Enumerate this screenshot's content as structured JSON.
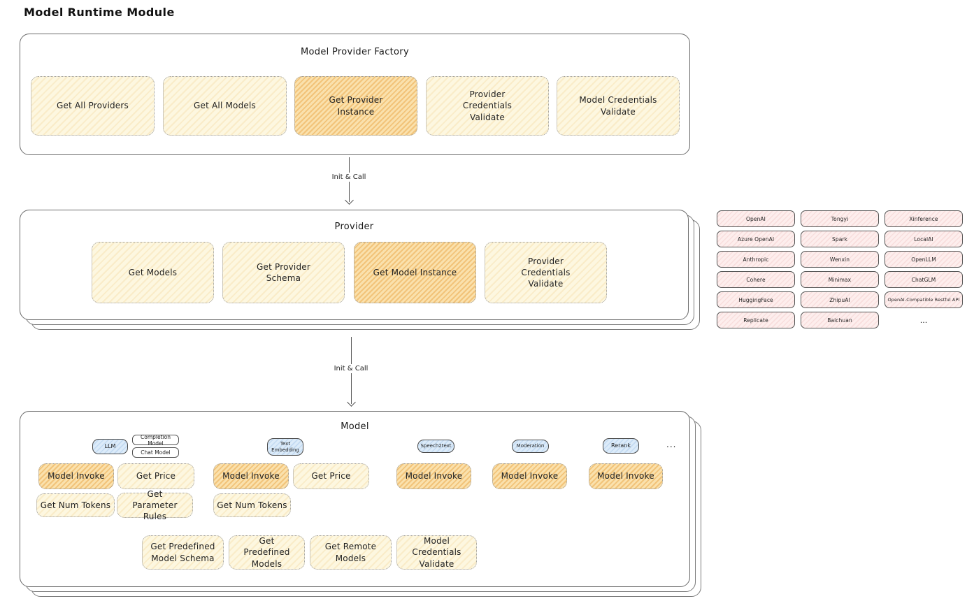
{
  "page_title": "Model Runtime Module",
  "connections": {
    "label1": "Init & Call",
    "label2": "Init & Call"
  },
  "colors": {
    "highlight_fill": "#f6c36f",
    "light_fill": "#fdf7e0",
    "blue_fill": "#dcebf9",
    "pink_fill": "#fdeeed",
    "outline": "#6b6b6b"
  },
  "factory": {
    "title": "Model Provider Factory",
    "boxes": [
      {
        "label": "Get All Providers",
        "highlighted": false
      },
      {
        "label": "Get All Models",
        "highlighted": false
      },
      {
        "label": "Get Provider Instance",
        "highlighted": true
      },
      {
        "label": "Provider Credentials Validate",
        "highlighted": false
      },
      {
        "label": "Model Credentials Validate",
        "highlighted": false
      }
    ]
  },
  "provider": {
    "title": "Provider",
    "boxes": [
      {
        "label": "Get Models",
        "highlighted": false
      },
      {
        "label": "Get Provider Schema",
        "highlighted": false
      },
      {
        "label": "Get Model Instance",
        "highlighted": true
      },
      {
        "label": "Provider Credentials Validate",
        "highlighted": false
      }
    ]
  },
  "providers_list": {
    "items": [
      "OpenAI",
      "Tongyi",
      "Xinference",
      "Azure OpenAI",
      "Spark",
      "LocalAI",
      "Anthropic",
      "Wenxin",
      "OpenLLM",
      "Cohere",
      "Minimax",
      "ChatGLM",
      "HuggingFace",
      "ZhipuAI",
      "OpenAI-Compatible Restful API",
      "Replicate",
      "Baichuan"
    ],
    "more": "..."
  },
  "model": {
    "title": "Model",
    "tab_llm": "LLM",
    "tab_completion": "Completion Model",
    "tab_chat": "Chat Model",
    "tab_text_embedding": "Text Embedding",
    "tab_speech2text": "Speech2text",
    "tab_moderation": "Moderation",
    "tab_rerank": "Rerank",
    "tabs_more": "...",
    "row1": [
      {
        "label": "Model Invoke",
        "highlighted": true
      },
      {
        "label": "Get Price",
        "highlighted": false
      },
      {
        "label": "Model Invoke",
        "highlighted": true
      },
      {
        "label": "Get Price",
        "highlighted": false
      },
      {
        "label": "Model Invoke",
        "highlighted": true
      },
      {
        "label": "Model Invoke",
        "highlighted": true
      },
      {
        "label": "Model Invoke",
        "highlighted": true
      }
    ],
    "row2": [
      {
        "label": "Get Num Tokens"
      },
      {
        "label": "Get Parameter Rules"
      },
      {
        "label": "Get Num Tokens"
      }
    ],
    "row3": [
      {
        "label": "Get Predefined Model Schema"
      },
      {
        "label": "Get Predefined Models"
      },
      {
        "label": "Get Remote Models"
      },
      {
        "label": "Model Credentials Validate"
      }
    ]
  }
}
